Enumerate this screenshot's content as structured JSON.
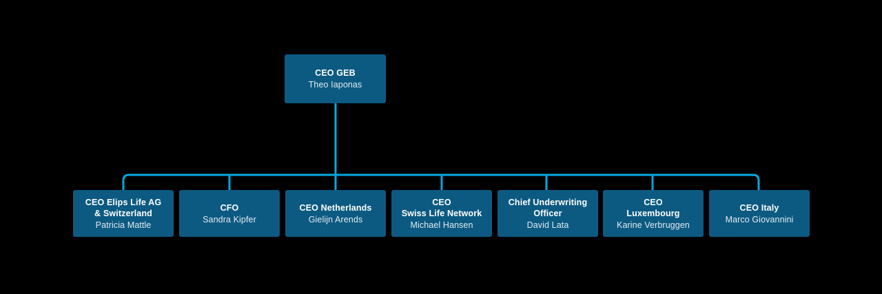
{
  "chart": {
    "type": "org-chart",
    "background_color": "#000000",
    "box_color": "#0c5a82",
    "connector_color": "#00a9e0",
    "role_text_color": "#ffffff",
    "person_text_color": "#e2ebf1",
    "root": {
      "role": "CEO GEB",
      "person": "Theo Iaponas"
    },
    "children": [
      {
        "role": "CEO Elips Life AG\n& Switzerland",
        "person": "Patricia Mattle"
      },
      {
        "role": "CFO",
        "person": "Sandra Kipfer"
      },
      {
        "role": "CEO Netherlands",
        "person": "Gielijn Arends"
      },
      {
        "role": "CEO\nSwiss Life Network",
        "person": "Michael Hansen"
      },
      {
        "role": "Chief Underwriting\nOfficer",
        "person": "David Lata"
      },
      {
        "role": "CEO\nLuxembourg",
        "person": "Karine Verbruggen"
      },
      {
        "role": "CEO Italy",
        "person": "Marco Giovannini"
      }
    ]
  }
}
